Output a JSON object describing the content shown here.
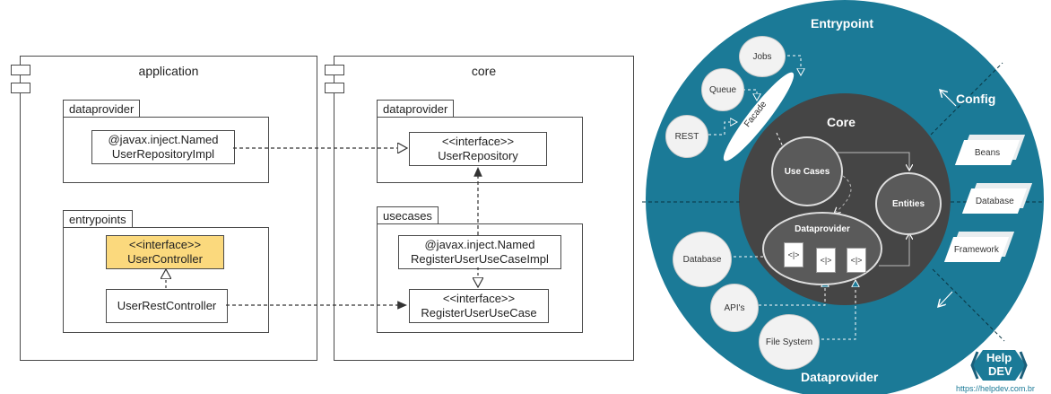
{
  "uml": {
    "application": {
      "title": "application",
      "dataprovider": {
        "label": "dataprovider",
        "class_stereo": "@javax.inject.Named",
        "class_name": "UserRepositoryImpl"
      },
      "entrypoints": {
        "label": "entrypoints",
        "interface_stereo": "<<interface>>",
        "interface_name": "UserController",
        "class_name": "UserRestController"
      }
    },
    "core": {
      "title": "core",
      "dataprovider": {
        "label": "dataprovider",
        "interface_stereo": "<<interface>>",
        "interface_name": "UserRepository"
      },
      "usecases": {
        "label": "usecases",
        "impl_stereo": "@javax.inject.Named",
        "impl_name": "RegisterUserUseCaseImpl",
        "interface_stereo": "<<interface>>",
        "interface_name": "RegisterUserUseCase"
      }
    }
  },
  "hex": {
    "entrypoint_label": "Entrypoint",
    "dataprovider_label": "Dataprovider",
    "config_label": "Config",
    "core_label": "Core",
    "use_cases_label": "Use Cases",
    "entities_label": "Entities",
    "inner_dataprovider_label": "Dataprovider",
    "facade_label": "Facade",
    "entry_nodes": [
      "Jobs",
      "Queue",
      "REST"
    ],
    "data_nodes": [
      "Database",
      "API's",
      "File System"
    ],
    "config_cards": [
      "Beans",
      "Database",
      "Framework"
    ],
    "file_glyph": "<|>",
    "colors": {
      "outer": "#1b7a97",
      "core": "#454545",
      "accent": "#5a5a5a"
    }
  },
  "brand": {
    "line1": "Help",
    "line2": "DEV",
    "url": "https://helpdev.com.br"
  }
}
